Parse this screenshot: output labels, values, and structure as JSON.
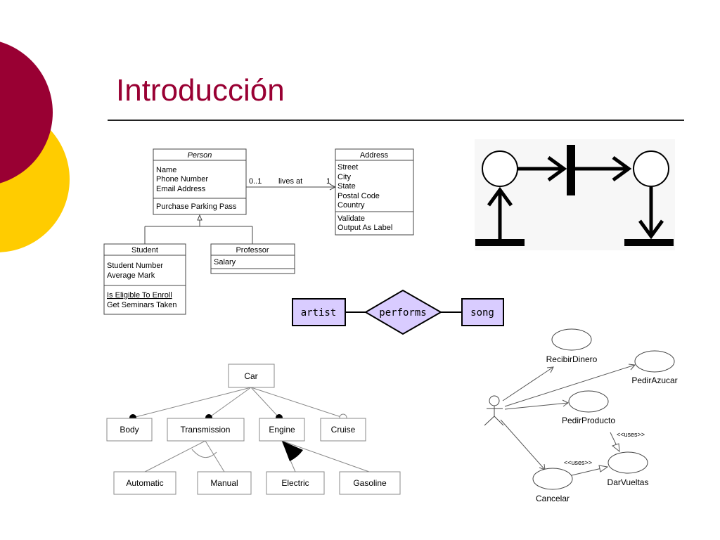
{
  "slide": {
    "title": "Introducción",
    "colors": {
      "title": "#990033",
      "crimson_circle": "#990033",
      "gold_circle": "#ffcc00"
    }
  },
  "uml_class": {
    "person": {
      "name": "Person",
      "attributes": [
        "Name",
        "Phone Number",
        "Email Address"
      ],
      "operations": [
        "Purchase Parking Pass"
      ]
    },
    "address": {
      "name": "Address",
      "attributes": [
        "Street",
        "City",
        "State",
        "Postal Code",
        "Country"
      ],
      "operations": [
        "Validate",
        "Output As Label"
      ]
    },
    "student": {
      "name": "Student",
      "attributes": [
        "Student Number",
        "Average Mark"
      ],
      "operations": [
        "Is Eligible To Enroll",
        "Get Seminars Taken"
      ]
    },
    "professor": {
      "name": "Professor",
      "attributes": [
        "Salary"
      ],
      "operations": []
    },
    "association": {
      "label": "lives at",
      "mult_person": "0..1",
      "mult_address": "1"
    }
  },
  "er": {
    "entity_left": "artist",
    "relationship": "performs",
    "entity_right": "song",
    "entity_fill": "#d9ccff"
  },
  "feature_model": {
    "root": "Car",
    "features": [
      "Body",
      "Transmission",
      "Engine",
      "Cruise"
    ],
    "transmission_children": [
      "Automatic",
      "Manual"
    ],
    "engine_children": [
      "Electric",
      "Gasoline"
    ]
  },
  "use_case": {
    "cases": [
      "RecibirDinero",
      "PedirAzucar",
      "PedirProducto",
      "DarVueltas",
      "Cancelar"
    ],
    "uses_label_top": "<<uses>>",
    "uses_label_bottom": "<<uses>>"
  }
}
